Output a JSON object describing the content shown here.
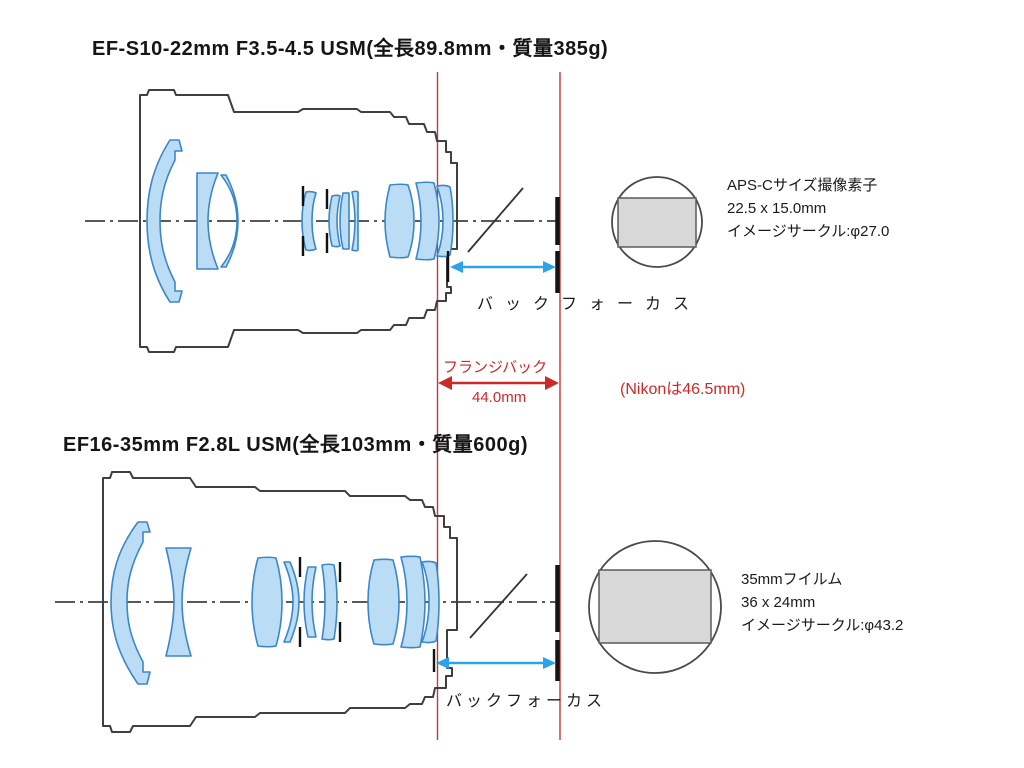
{
  "colors": {
    "red": "#cc2a28",
    "blue_arrow": "#2aa3e8",
    "lens_fill": "#badcf4",
    "lens_stroke": "#3b87c7",
    "barrel_outline": "#3f3f3f",
    "sensor_rect_fill": "#d8d8d8"
  },
  "lens_top": {
    "title": "EF-S10-22mm F3.5-4.5 USM(全長89.8mm・質量385g)",
    "back_focus_label": "バックフォーカス",
    "sensor": {
      "lines": [
        "APS-Cサイズ撮像素子",
        "22.5 x 15.0mm",
        "イメージサークル:φ27.0"
      ]
    }
  },
  "lens_bottom": {
    "title": "EF16-35mm F2.8L USM(全長103mm・質量600g)",
    "back_focus_label": "バックフォーカス",
    "sensor": {
      "lines": [
        "35mmフイルム",
        "36 x 24mm",
        "イメージサークル:φ43.2"
      ]
    }
  },
  "flange": {
    "label": "フランジバック",
    "value": "44.0mm",
    "note": "(Nikonは46.5mm)"
  }
}
